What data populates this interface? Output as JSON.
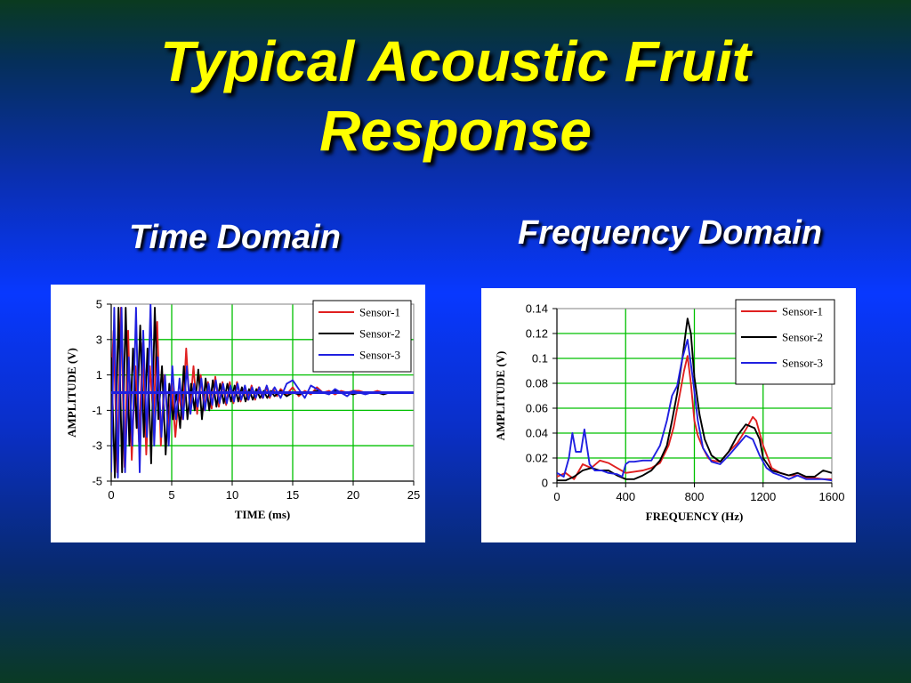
{
  "slide": {
    "title_line1": "Typical Acoustic Fruit",
    "title_line2": "Response",
    "subtitle_left": "Time Domain",
    "subtitle_right": "Frequency Domain"
  },
  "colors": {
    "title": "#ffff00",
    "subtitle": "#ffffff",
    "sensor1": "#e02020",
    "sensor2": "#000000",
    "sensor3": "#2020e0",
    "grid": "#00c000"
  },
  "chart_data": [
    {
      "type": "line",
      "title": "",
      "xlabel": "TIME (ms)",
      "ylabel": "AMPLITUDE (V)",
      "xlim": [
        0,
        25
      ],
      "ylim": [
        -5,
        5
      ],
      "xticks": [
        "0",
        "5",
        "10",
        "15",
        "20",
        "25"
      ],
      "yticks": [
        "5",
        "3",
        "1",
        "-1",
        "-3",
        "-5"
      ],
      "legend_position": "top-right",
      "series": [
        {
          "name": "Sensor-1",
          "color": "#e02020",
          "x": [
            0,
            0.2,
            0.5,
            0.8,
            1.1,
            1.4,
            1.7,
            2.0,
            2.3,
            2.6,
            2.9,
            3.2,
            3.5,
            3.8,
            4.1,
            4.4,
            4.7,
            5.0,
            5.3,
            5.6,
            5.9,
            6.2,
            6.5,
            6.8,
            7.1,
            7.4,
            7.7,
            8.0,
            8.3,
            8.6,
            8.9,
            9.2,
            9.5,
            9.8,
            10.1,
            10.4,
            10.7,
            11.0,
            11.3,
            11.6,
            11.9,
            12.2,
            12.5,
            12.8,
            13.1,
            13.4,
            13.7,
            14.0,
            14.5,
            15.0,
            15.5,
            16.0,
            16.5,
            17.0,
            17.5,
            18.0,
            18.5,
            19.0,
            19.5,
            20.0,
            20.5,
            21.0,
            21.5,
            22.0,
            22.5,
            23.0,
            23.5,
            24.0,
            24.5,
            25.0
          ],
          "y": [
            0.5,
            3.5,
            -4.5,
            4.8,
            -4.2,
            3.5,
            -3.8,
            1.5,
            -2.8,
            2.8,
            -3.5,
            1.5,
            -1.5,
            4.0,
            -3.0,
            1.0,
            -2.0,
            0.5,
            -2.5,
            0.0,
            -1.5,
            2.5,
            -1.0,
            1.5,
            -1.2,
            1.0,
            -1.0,
            0.6,
            -0.9,
            0.9,
            -0.8,
            0.6,
            -0.7,
            0.6,
            -0.6,
            0.6,
            -0.5,
            0.2,
            -0.4,
            0.4,
            -0.4,
            0.3,
            -0.3,
            0.3,
            -0.3,
            0.2,
            -0.2,
            0.2,
            -0.1,
            0.3,
            -0.2,
            0.1,
            -0.1,
            0.3,
            0.0,
            0.1,
            -0.1,
            0.1,
            0.0,
            0.1,
            0.1,
            0.0,
            0.0,
            0.1,
            0.0,
            0.0,
            0.0,
            0.0,
            0.0,
            0.0
          ]
        },
        {
          "name": "Sensor-2",
          "color": "#000000",
          "x": [
            0,
            0.3,
            0.6,
            0.9,
            1.2,
            1.5,
            1.8,
            2.1,
            2.4,
            2.7,
            3.0,
            3.3,
            3.6,
            3.9,
            4.2,
            4.5,
            4.8,
            5.1,
            5.4,
            5.7,
            6.0,
            6.3,
            6.6,
            6.9,
            7.2,
            7.5,
            7.8,
            8.1,
            8.4,
            8.7,
            9.0,
            9.3,
            9.6,
            9.9,
            10.2,
            10.5,
            10.8,
            11.1,
            11.4,
            11.7,
            12.0,
            12.3,
            12.6,
            12.9,
            13.2,
            13.5,
            14.0,
            14.5,
            15.0,
            15.5,
            16.0,
            16.5,
            17.0,
            17.5,
            18.0,
            18.5,
            19.0,
            19.5,
            20.0,
            20.5,
            21.0,
            21.5,
            22.0,
            22.5,
            23.0,
            23.5,
            24.0,
            24.5,
            25.0
          ],
          "y": [
            2.0,
            -4.8,
            4.8,
            -4.5,
            4.8,
            -3.0,
            2.5,
            -2.0,
            3.8,
            -2.5,
            2.5,
            -4.0,
            4.8,
            -1.5,
            1.5,
            -3.5,
            0.5,
            -1.5,
            0.0,
            -2.0,
            1.5,
            -1.5,
            0.5,
            -1.0,
            1.3,
            -1.5,
            0.8,
            -1.0,
            0.7,
            -0.8,
            0.5,
            -0.6,
            0.5,
            -0.5,
            0.4,
            -0.5,
            0.3,
            -0.5,
            0.2,
            -0.4,
            0.2,
            -0.3,
            0.1,
            -0.3,
            0.1,
            -0.2,
            0.1,
            -0.2,
            0.0,
            -0.1,
            0.0,
            0.0,
            0.1,
            0.0,
            0.0,
            0.1,
            0.0,
            0.0,
            -0.1,
            0.0,
            0.0,
            0.0,
            0.0,
            -0.1,
            0.0,
            0.0,
            0.0,
            0.0,
            0.0
          ]
        },
        {
          "name": "Sensor-3",
          "color": "#2020e0",
          "x": [
            0,
            0.25,
            0.55,
            0.85,
            1.15,
            1.45,
            1.75,
            2.05,
            2.35,
            2.65,
            2.95,
            3.25,
            3.55,
            3.85,
            4.15,
            4.45,
            4.75,
            5.05,
            5.35,
            5.65,
            5.95,
            6.25,
            6.55,
            6.85,
            7.15,
            7.45,
            7.75,
            8.05,
            8.35,
            8.65,
            8.95,
            9.25,
            9.55,
            9.85,
            10.15,
            10.45,
            10.75,
            11.05,
            11.35,
            11.65,
            11.95,
            12.25,
            12.55,
            12.85,
            13.15,
            13.5,
            14.0,
            14.5,
            15.0,
            15.5,
            16.0,
            16.5,
            17.0,
            17.5,
            18.0,
            18.5,
            19.0,
            19.5,
            20.0,
            20.5,
            21.0,
            21.5,
            22.0,
            22.5,
            23.0,
            23.5,
            24.0,
            24.5,
            25.0
          ],
          "y": [
            -4.5,
            4.8,
            -4.8,
            4.8,
            -4.5,
            2.0,
            -3.0,
            4.8,
            -4.5,
            3.5,
            -2.5,
            5.0,
            -3.0,
            2.0,
            -2.5,
            1.0,
            -3.0,
            1.5,
            -1.5,
            0.8,
            -1.5,
            1.5,
            -1.2,
            0.5,
            -0.8,
            0.8,
            -1.0,
            0.5,
            -0.7,
            0.7,
            -0.6,
            0.5,
            -0.6,
            0.4,
            -0.5,
            0.5,
            -0.4,
            0.4,
            -0.4,
            0.3,
            -0.3,
            0.3,
            -0.3,
            0.4,
            -0.2,
            0.3,
            -0.3,
            0.5,
            0.7,
            0.2,
            -0.3,
            0.4,
            0.2,
            0.0,
            -0.1,
            0.2,
            0.0,
            -0.2,
            0.1,
            0.0,
            -0.1,
            0.0,
            0.0,
            0.0,
            0.0,
            0.0,
            0.0,
            0.0,
            0.0
          ]
        },
        {
          "name": "",
          "color": "#2020e0",
          "x": [
            0,
            25
          ],
          "y": [
            0.0,
            0.0
          ]
        }
      ]
    },
    {
      "type": "line",
      "title": "",
      "xlabel": "FREQUENCY (Hz)",
      "ylabel": "AMPLITUDE (V)",
      "xlim": [
        0,
        1600
      ],
      "ylim": [
        0,
        0.14
      ],
      "xticks": [
        "0",
        "400",
        "800",
        "1200",
        "1600"
      ],
      "yticks": [
        "0.14",
        "0.12",
        "0.1",
        "0.08",
        "0.06",
        "0.04",
        "0.02",
        "0"
      ],
      "legend_position": "top-right",
      "series": [
        {
          "name": "Sensor-1",
          "color": "#e02020",
          "x": [
            0,
            50,
            100,
            150,
            200,
            250,
            300,
            350,
            400,
            450,
            500,
            550,
            600,
            650,
            680,
            700,
            720,
            740,
            760,
            780,
            800,
            820,
            850,
            880,
            900,
            950,
            1000,
            1050,
            1100,
            1140,
            1160,
            1200,
            1250,
            1300,
            1350,
            1400,
            1450,
            1500,
            1550,
            1600
          ],
          "y": [
            0.005,
            0.008,
            0.003,
            0.015,
            0.012,
            0.018,
            0.016,
            0.012,
            0.008,
            0.009,
            0.01,
            0.012,
            0.016,
            0.03,
            0.045,
            0.06,
            0.075,
            0.09,
            0.102,
            0.08,
            0.05,
            0.038,
            0.028,
            0.02,
            0.018,
            0.017,
            0.025,
            0.032,
            0.043,
            0.053,
            0.05,
            0.03,
            0.012,
            0.008,
            0.006,
            0.006,
            0.004,
            0.004,
            0.003,
            0.003
          ]
        },
        {
          "name": "Sensor-2",
          "color": "#000000",
          "x": [
            0,
            50,
            100,
            150,
            200,
            250,
            300,
            350,
            400,
            450,
            500,
            550,
            600,
            640,
            670,
            700,
            730,
            760,
            780,
            800,
            830,
            860,
            900,
            950,
            1000,
            1050,
            1100,
            1150,
            1180,
            1200,
            1250,
            1300,
            1350,
            1400,
            1450,
            1500,
            1550,
            1600
          ],
          "y": [
            0.002,
            0.002,
            0.005,
            0.01,
            0.012,
            0.01,
            0.01,
            0.006,
            0.003,
            0.003,
            0.006,
            0.01,
            0.018,
            0.03,
            0.05,
            0.072,
            0.1,
            0.132,
            0.12,
            0.085,
            0.055,
            0.035,
            0.022,
            0.017,
            0.025,
            0.038,
            0.047,
            0.044,
            0.035,
            0.02,
            0.01,
            0.008,
            0.006,
            0.008,
            0.005,
            0.005,
            0.01,
            0.008
          ]
        },
        {
          "name": "Sensor-3",
          "color": "#2020e0",
          "x": [
            0,
            40,
            70,
            90,
            110,
            140,
            160,
            190,
            220,
            260,
            300,
            350,
            380,
            400,
            420,
            450,
            500,
            550,
            600,
            640,
            670,
            700,
            730,
            760,
            790,
            820,
            850,
            900,
            950,
            1000,
            1050,
            1100,
            1140,
            1180,
            1220,
            1260,
            1300,
            1350,
            1400,
            1450,
            1500,
            1550,
            1600
          ],
          "y": [
            0.008,
            0.005,
            0.02,
            0.04,
            0.025,
            0.025,
            0.043,
            0.015,
            0.01,
            0.01,
            0.008,
            0.007,
            0.005,
            0.015,
            0.017,
            0.017,
            0.018,
            0.018,
            0.03,
            0.05,
            0.07,
            0.078,
            0.1,
            0.115,
            0.085,
            0.05,
            0.028,
            0.017,
            0.015,
            0.022,
            0.03,
            0.038,
            0.035,
            0.022,
            0.012,
            0.008,
            0.006,
            0.003,
            0.006,
            0.003,
            0.003,
            0.003,
            0.002
          ]
        }
      ]
    }
  ]
}
